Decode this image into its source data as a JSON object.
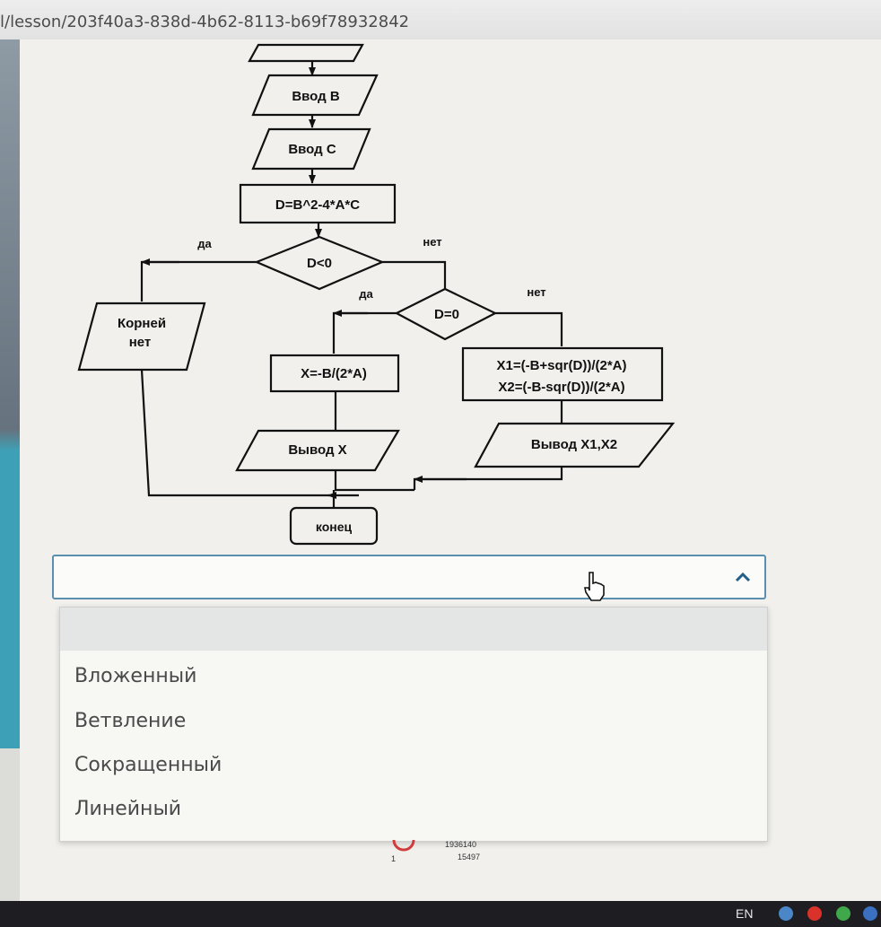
{
  "browser": {
    "url": "l/lesson/203f40a3-838d-4b62-8113-b69f78932842"
  },
  "flowchart": {
    "input_b": "Ввод B",
    "input_c": "Ввод C",
    "calc_d": "D=B^2-4*A*C",
    "cond_d_lt_0": "D<0",
    "yes_1": "да",
    "no_1": "нет",
    "no_roots_line1": "Корней",
    "no_roots_line2": "нет",
    "cond_d_eq_0": "D=0",
    "yes_2": "да",
    "no_2": "нет",
    "calc_x": "X=-B/(2*A)",
    "calc_x1": "X1=(-B+sqr(D))/(2*A)",
    "calc_x2": "X2=(-B-sqr(D))/(2*A)",
    "output_x": "Вывод X",
    "output_x1x2": "Вывод X1,X2",
    "end": "конец"
  },
  "select": {
    "value": "",
    "options": [
      "Вложенный",
      "Ветвление",
      "Сокращенный",
      "Линейный"
    ]
  },
  "footer_stats": {
    "line1": "1936140",
    "line2": "15497",
    "line3": "1"
  },
  "taskbar": {
    "language": "EN"
  },
  "colors": {
    "select_border": "#5a8fb0",
    "teal_strip": "#3ea0b6"
  }
}
